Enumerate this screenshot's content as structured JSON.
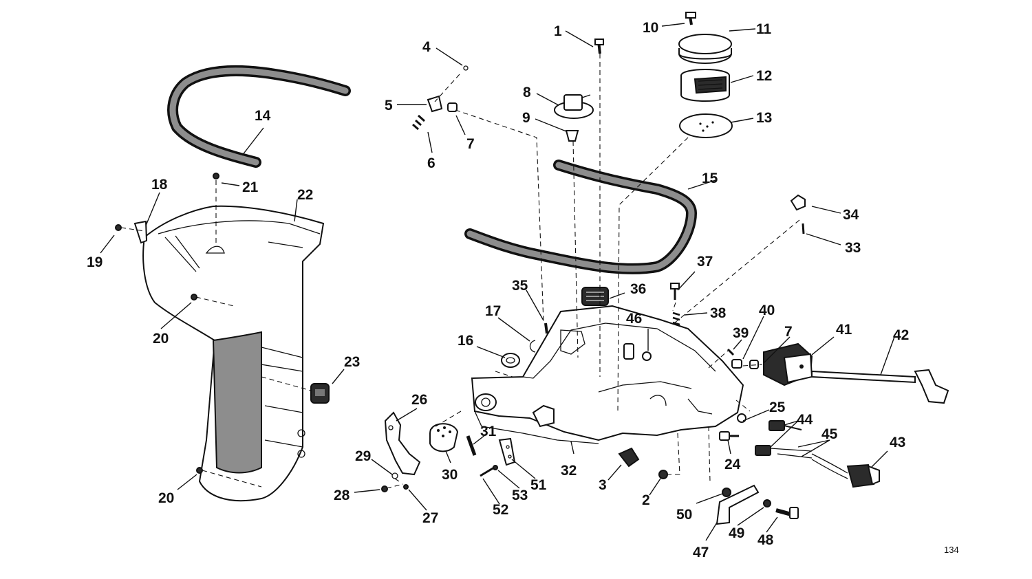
{
  "figure_number": "134",
  "callouts": {
    "c1": "1",
    "c2": "2",
    "c3": "3",
    "c4": "4",
    "c5": "5",
    "c6": "6",
    "c7a": "7",
    "c7b": "7",
    "c8": "8",
    "c9": "9",
    "c10": "10",
    "c11": "11",
    "c12": "12",
    "c13": "13",
    "c14": "14",
    "c15": "15",
    "c16": "16",
    "c17": "17",
    "c18": "18",
    "c19": "19",
    "c20a": "20",
    "c20b": "20",
    "c21": "21",
    "c22": "22",
    "c23": "23",
    "c24": "24",
    "c25": "25",
    "c26": "26",
    "c27": "27",
    "c28": "28",
    "c29": "29",
    "c30": "30",
    "c31": "31",
    "c32": "32",
    "c33": "33",
    "c34": "34",
    "c35": "35",
    "c36": "36",
    "c37": "37",
    "c38": "38",
    "c39": "39",
    "c40": "40",
    "c41": "41",
    "c42": "42",
    "c43": "43",
    "c44": "44",
    "c45": "45",
    "c46": "46",
    "c47": "47",
    "c48": "48",
    "c49": "49",
    "c50": "50",
    "c51": "51",
    "c52": "52",
    "c53": "53"
  }
}
